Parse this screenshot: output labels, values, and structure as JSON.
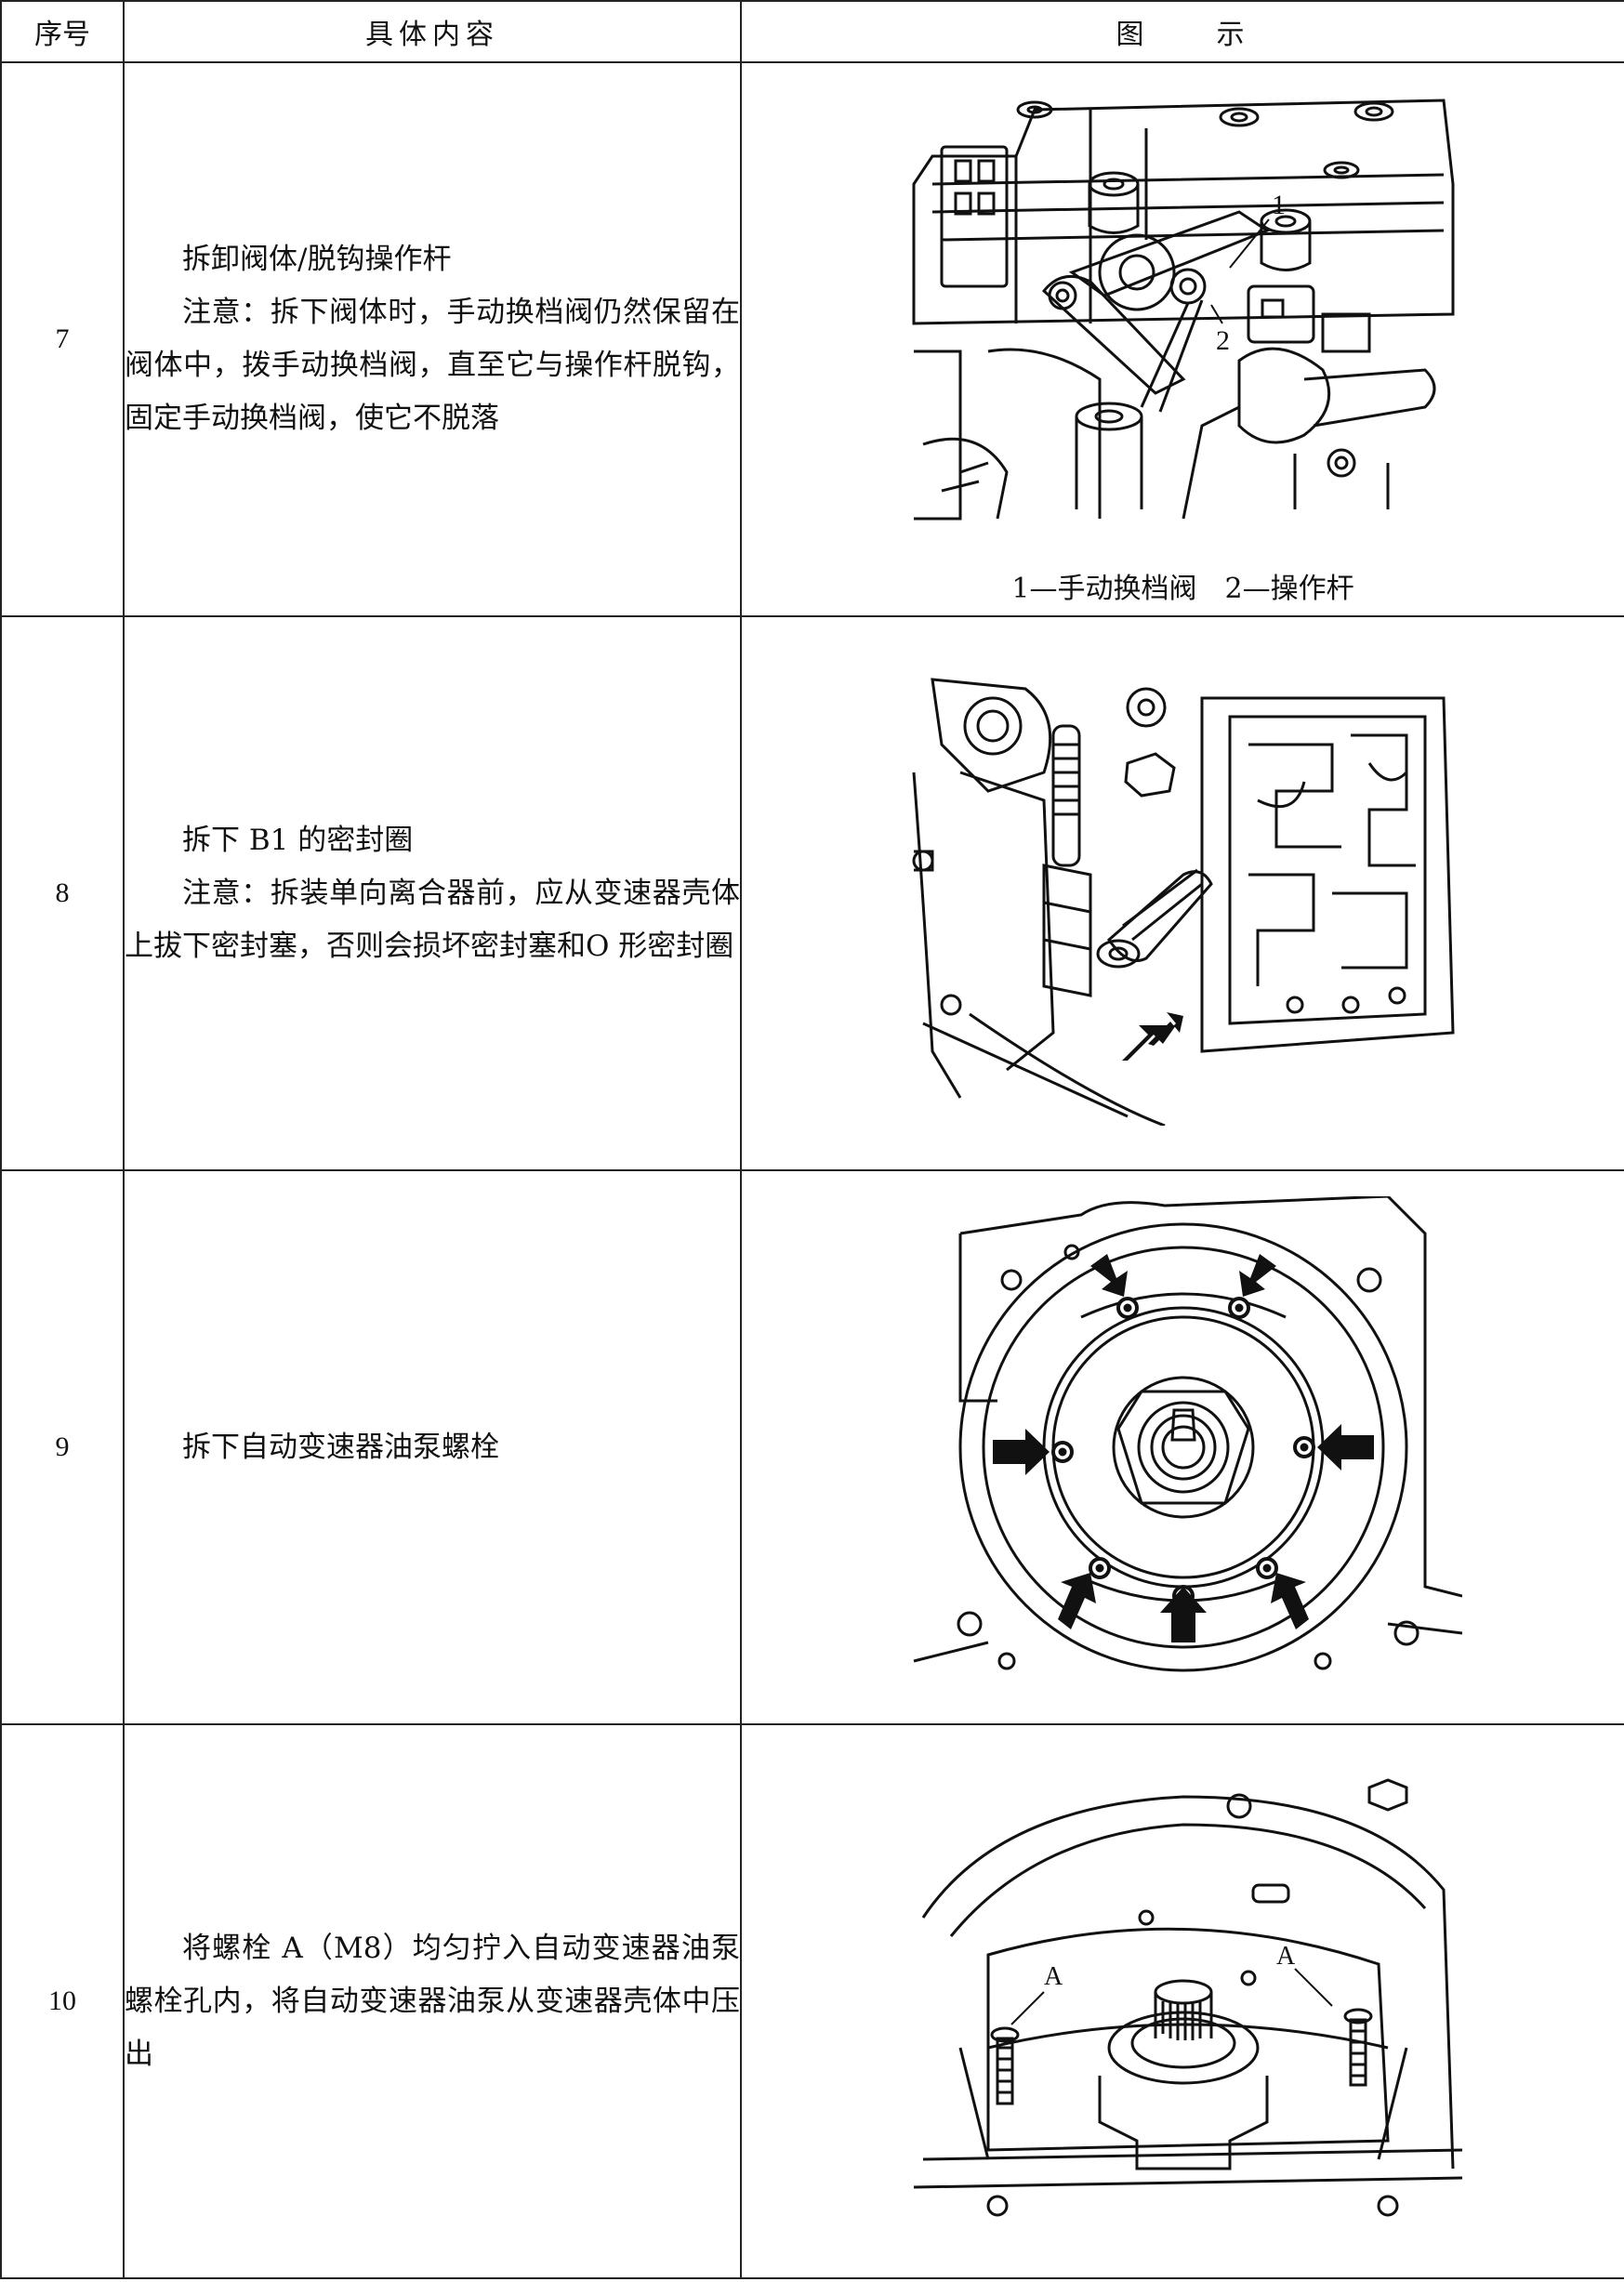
{
  "header": {
    "col1": "序号",
    "col2": "具体内容",
    "col3": "图　　示"
  },
  "rows": [
    {
      "num": "7",
      "lines": [
        "拆卸阀体/脱钩操作杆",
        "注意：拆下阀体时，手动换档阀仍然保留在阀体中，拨手动换档阀，直至它与操作杆脱钩，固定手动换档阀，使它不脱落"
      ],
      "figure": {
        "labels": [
          "1",
          "2"
        ],
        "caption": "1—手动换档阀　2—操作杆"
      }
    },
    {
      "num": "8",
      "lines": [
        "拆下 B1 的密封圈",
        "注意：拆装单向离合器前，应从变速器壳体上拔下密封塞，否则会损坏密封塞和O 形密封圈"
      ],
      "figure": {
        "labels": []
      }
    },
    {
      "num": "9",
      "lines": [
        "拆下自动变速器油泵螺栓"
      ],
      "figure": {
        "labels": []
      }
    },
    {
      "num": "10",
      "lines": [
        "将螺栓 A（M8）均匀拧入自动变速器油泵螺栓孔内，将自动变速器油泵从变速器壳体中压出"
      ],
      "figure": {
        "labels": [
          "A",
          "A"
        ]
      }
    }
  ]
}
